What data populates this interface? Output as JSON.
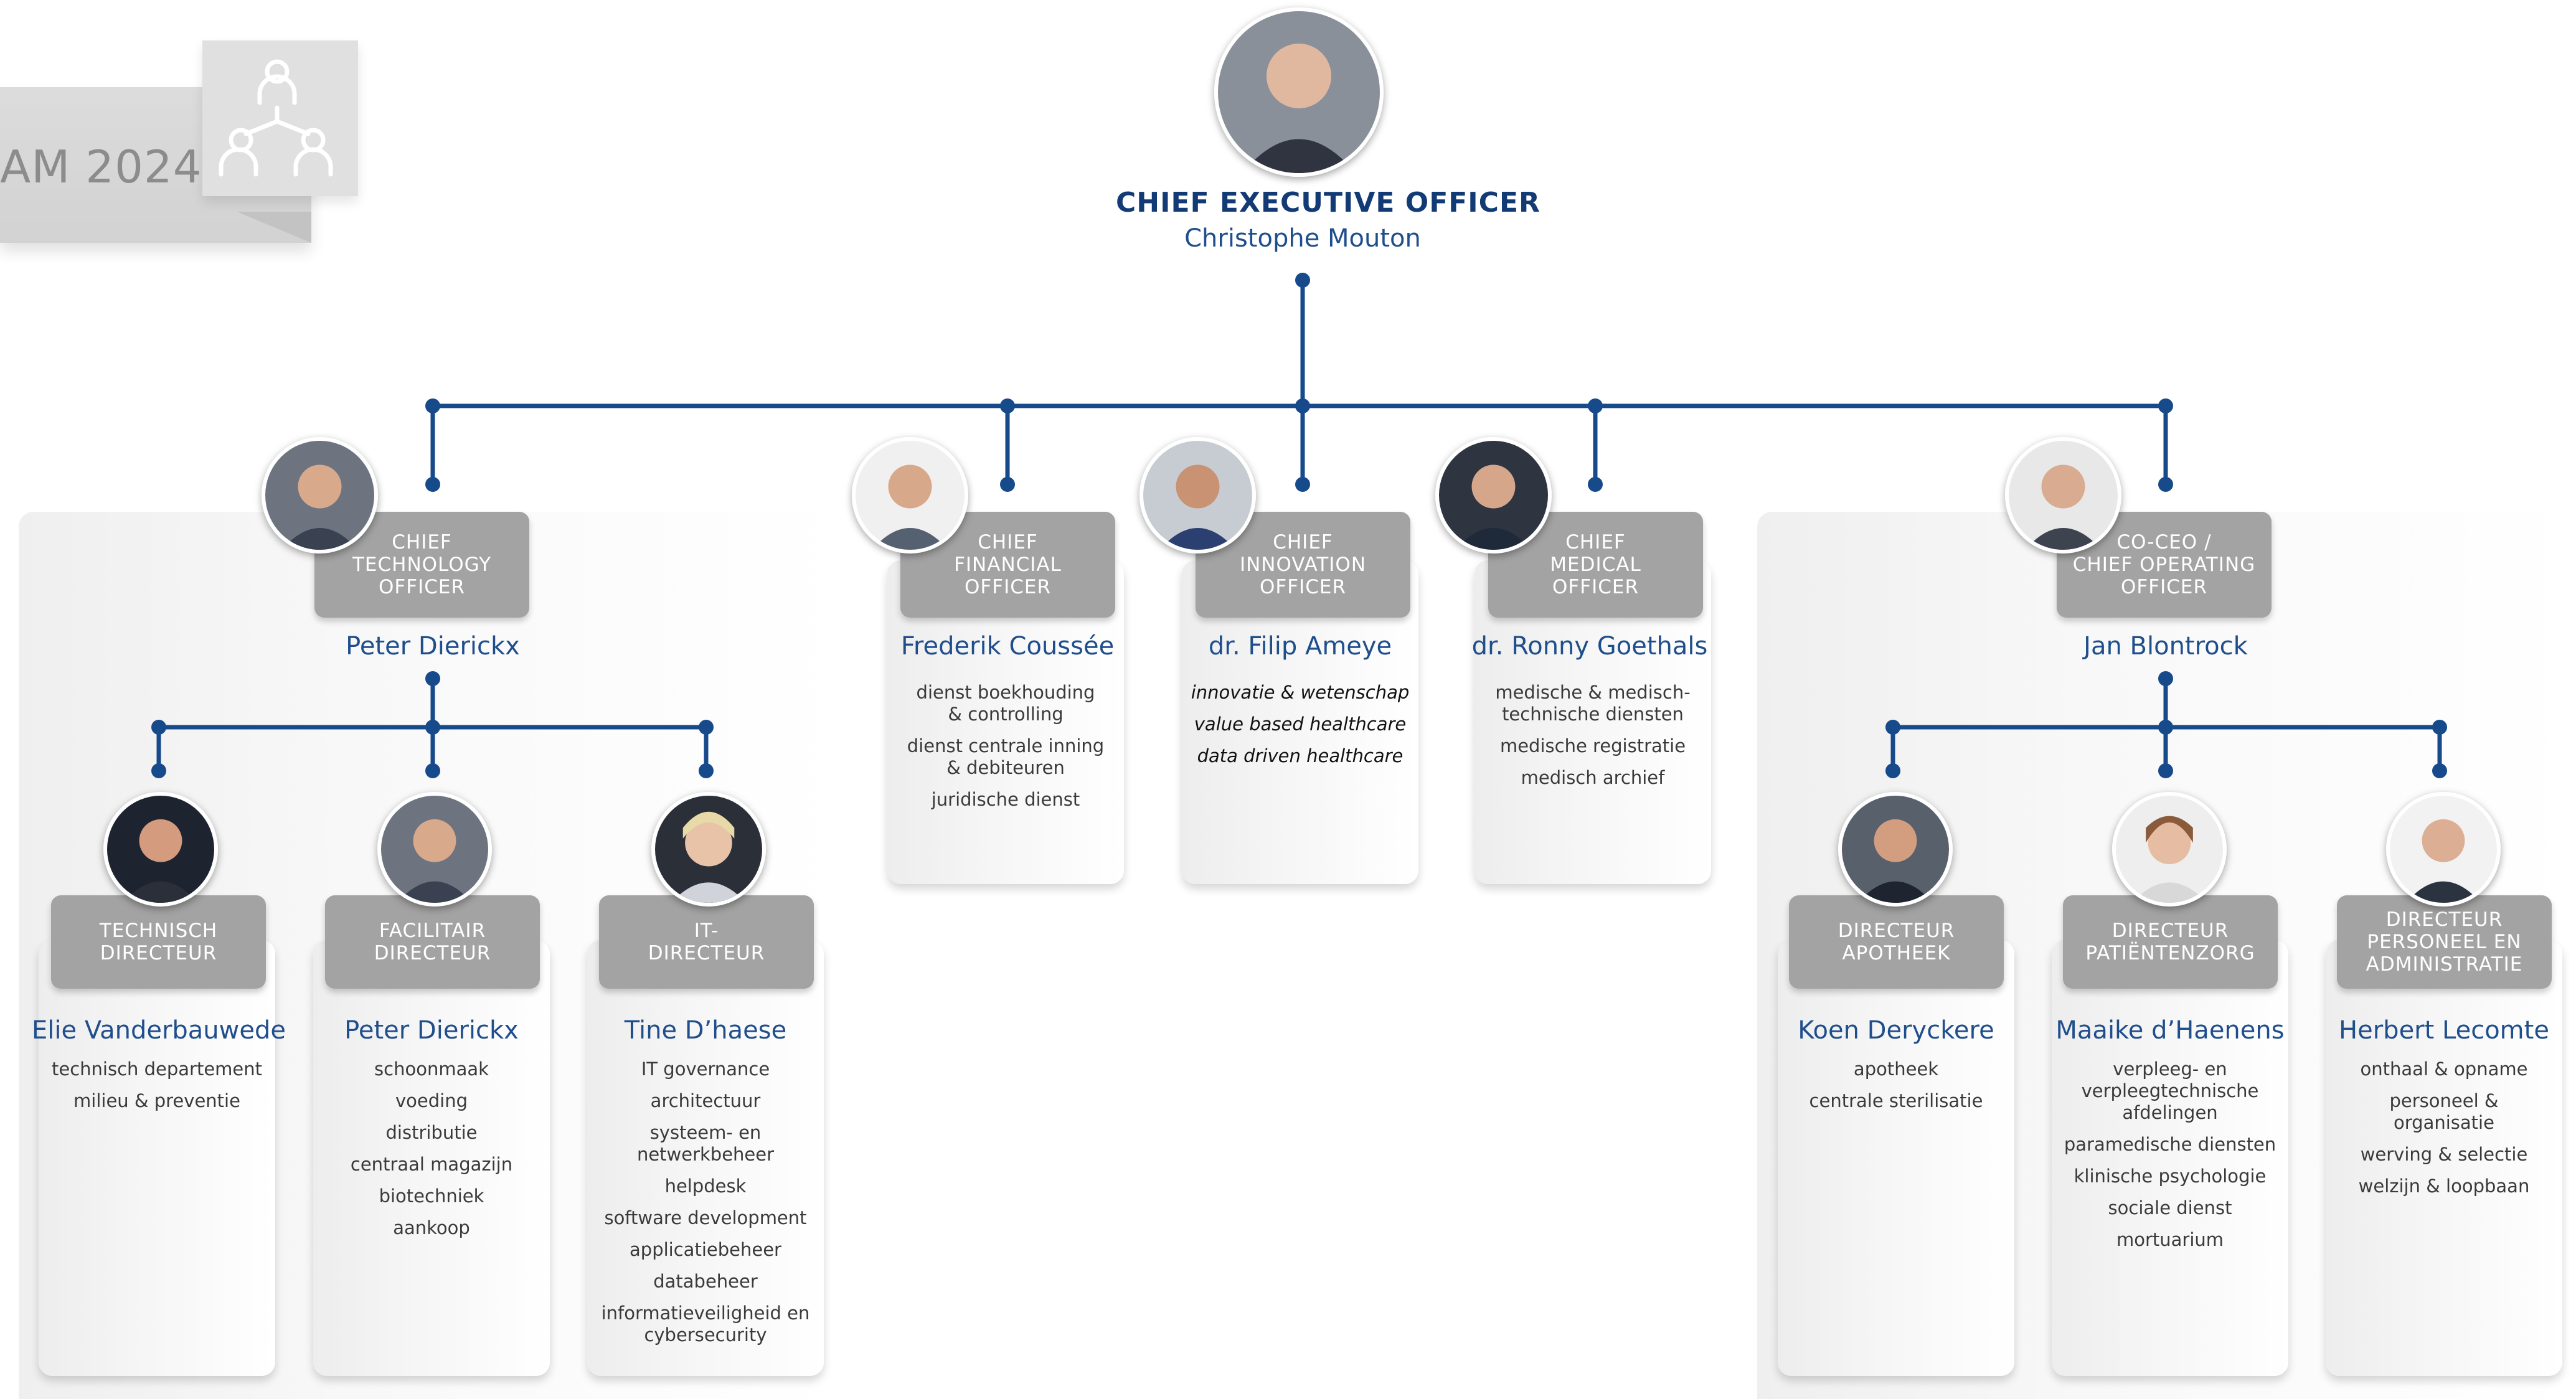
{
  "header": {
    "title_fragment": "AM 2024",
    "icon": "org-chart-icon"
  },
  "colors": {
    "accent": "#123a75",
    "line": "#174a8a",
    "panel_grey": "#a3a3a3"
  },
  "ceo": {
    "title": "CHIEF EXECUTIVE OFFICER",
    "name": "Christophe Mouton"
  },
  "cto": {
    "title": "CHIEF\nTECHNOLOGY\nOFFICER",
    "name": "Peter Dierickx"
  },
  "cfo": {
    "title": "CHIEF\nFINANCIAL\nOFFICER",
    "name": "Frederik Coussée",
    "duties": [
      "dienst boekhouding\n& controlling",
      "dienst centrale inning\n& debiteuren",
      "juridische dienst"
    ]
  },
  "cino": {
    "title": "CHIEF\nINNOVATION\nOFFICER",
    "name": "dr. Filip Ameye",
    "duties": [
      "innovatie & wetenschap",
      "value based healthcare",
      "data driven healthcare"
    ]
  },
  "cmo": {
    "title": "CHIEF\nMEDICAL\nOFFICER",
    "name": "dr. Ronny Goethals",
    "duties": [
      "medische & medisch-\ntechnische diensten",
      "medische registratie",
      "medisch archief"
    ]
  },
  "coo": {
    "title": "CO-CEO /\nCHIEF OPERATING\nOFFICER",
    "name": "Jan Blontrock"
  },
  "tech_dir": {
    "title": "TECHNISCH\nDIRECTEUR",
    "name": "Elie Vanderbauwede",
    "duties": [
      "technisch departement",
      "milieu & preventie"
    ]
  },
  "fac_dir": {
    "title": "FACILITAIR\nDIRECTEUR",
    "name": "Peter Dierickx",
    "duties": [
      "schoonmaak",
      "voeding",
      "distributie",
      "centraal magazijn",
      "biotechniek",
      "aankoop"
    ]
  },
  "it_dir": {
    "title": "IT-\nDIRECTEUR",
    "name": "Tine D’haese",
    "duties": [
      "IT governance",
      "architectuur",
      "systeem- en\nnetwerkbeheer",
      "helpdesk",
      "software development",
      "applicatiebeheer",
      "databeheer",
      "informatieveiligheid en\ncybersecurity"
    ]
  },
  "apo_dir": {
    "title": "DIRECTEUR\nAPOTHEEK",
    "name": "Koen Deryckere",
    "duties": [
      "apotheek",
      "centrale sterilisatie"
    ]
  },
  "pz_dir": {
    "title": "DIRECTEUR\nPATIËNTENZORG",
    "name": "Maaike d’Haenens",
    "duties": [
      "verpleeg- en\nverpleegtechnische\nafdelingen",
      "paramedische diensten",
      "klinische psychologie",
      "sociale dienst",
      "mortuarium"
    ]
  },
  "hr_dir": {
    "title": "DIRECTEUR\nPERSONEEL EN\nADMINISTRATIE",
    "name": "Herbert Lecomte",
    "duties": [
      "onthaal & opname",
      "personeel &\norganisatie",
      "werving & selectie",
      "welzijn & loopbaan"
    ]
  }
}
